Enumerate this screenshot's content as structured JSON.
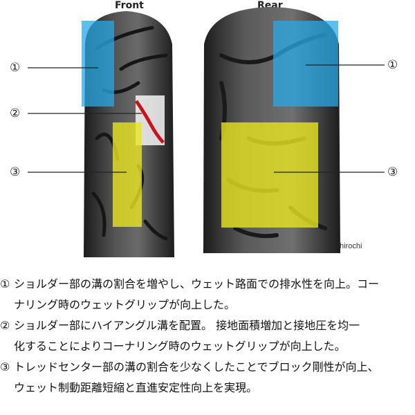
{
  "labels": {
    "front": "Front",
    "rear": "Rear"
  },
  "callouts": {
    "front_1": "①",
    "front_2": "②",
    "front_3": "③",
    "rear_1": "①",
    "rear_3": "③"
  },
  "watermark": "hirochi",
  "colors": {
    "zone_1": "#29a9e6",
    "zone_3": "#e7e51f",
    "zone_2_groove": "#c8141e",
    "tire": "#3a3a3a"
  },
  "notes": [
    {
      "marker": "①",
      "lines": [
        "ショルダー部の溝の割合を増やし、ウェット路面での排水性を向上。コー",
        "ナリング時のウェットグリップが向上した。"
      ]
    },
    {
      "marker": "②",
      "lines": [
        "ショルダー部にハイアングル溝を配置。 接地面積増加と接地圧を均一",
        "化することによりコーナリング時のウェットグリップが向上した。"
      ]
    },
    {
      "marker": "③",
      "lines": [
        "トレッドセンター部の溝の割合を少なくしたことでブロック剛性が向上、",
        "ウェット制動距離短縮と直進安定性向上を実現。"
      ]
    }
  ]
}
